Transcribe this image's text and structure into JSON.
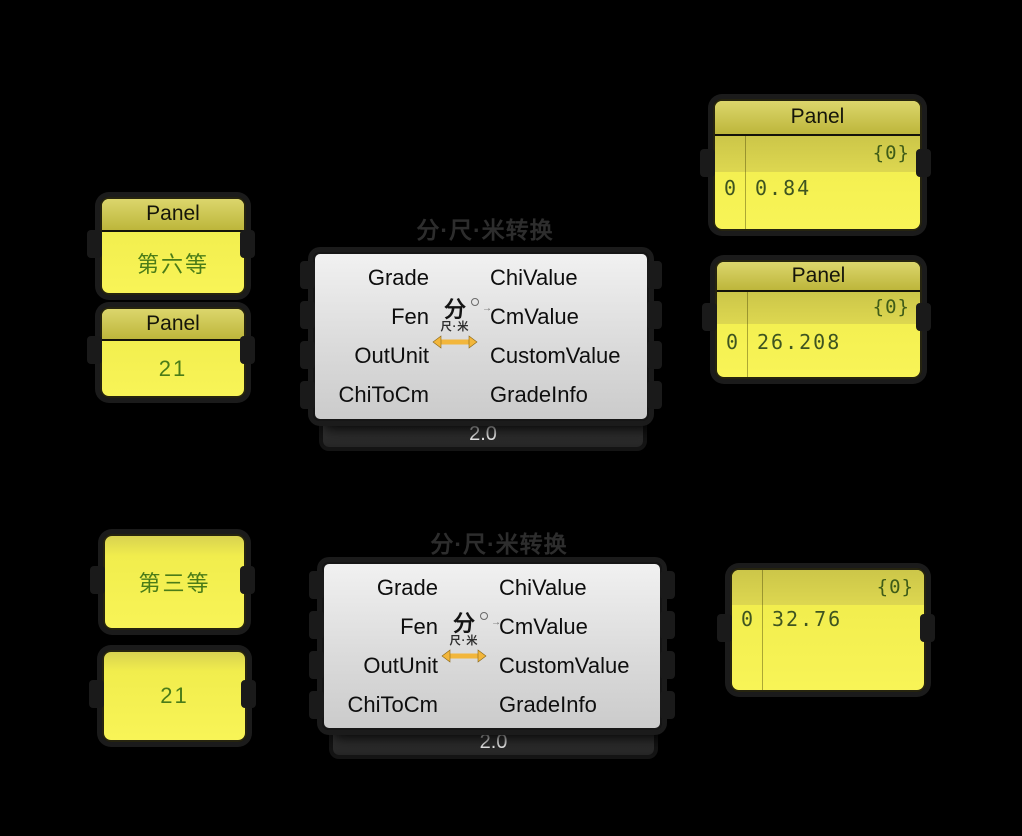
{
  "colors": {
    "background": "#000000",
    "panel_yellow": "#f8f457",
    "panel_header_olive": "#bdb63b",
    "panel_tree_row": "#d5cf4b",
    "panel_text_green": "#4a7c18",
    "component_body_gray": "#dbdbdb",
    "component_footer_dark": "#2e2e2e",
    "icon_arrow_yellow": "#f2b63b",
    "nub_white": "#ffffff"
  },
  "components": [
    {
      "title": "分·尺·米转换",
      "version": "2.0",
      "inputs": [
        "Grade",
        "Fen",
        "OutUnit",
        "ChiToCm"
      ],
      "outputs": [
        "ChiValue",
        "CmValue",
        "CustomValue",
        "GradeInfo"
      ],
      "icon": {
        "top": "分",
        "middle": "尺·米"
      }
    },
    {
      "title": "分·尺·米转换",
      "version": "2.0",
      "inputs": [
        "Grade",
        "Fen",
        "OutUnit",
        "ChiToCm"
      ],
      "outputs": [
        "ChiValue",
        "CmValue",
        "CustomValue",
        "GradeInfo"
      ],
      "icon": {
        "top": "分",
        "middle": "尺·米"
      }
    }
  ],
  "input_panels": [
    {
      "title": "Panel",
      "value": "第六等"
    },
    {
      "title": "Panel",
      "value": "21"
    },
    {
      "value": "第三等"
    },
    {
      "value": "21"
    }
  ],
  "output_panels": [
    {
      "title": "Panel",
      "tree": "{0}",
      "index": "0",
      "value": "0.84"
    },
    {
      "title": "Panel",
      "tree": "{0}",
      "index": "0",
      "value": "26.208"
    },
    {
      "tree": "{0}",
      "index": "0",
      "value": "32.76"
    }
  ]
}
